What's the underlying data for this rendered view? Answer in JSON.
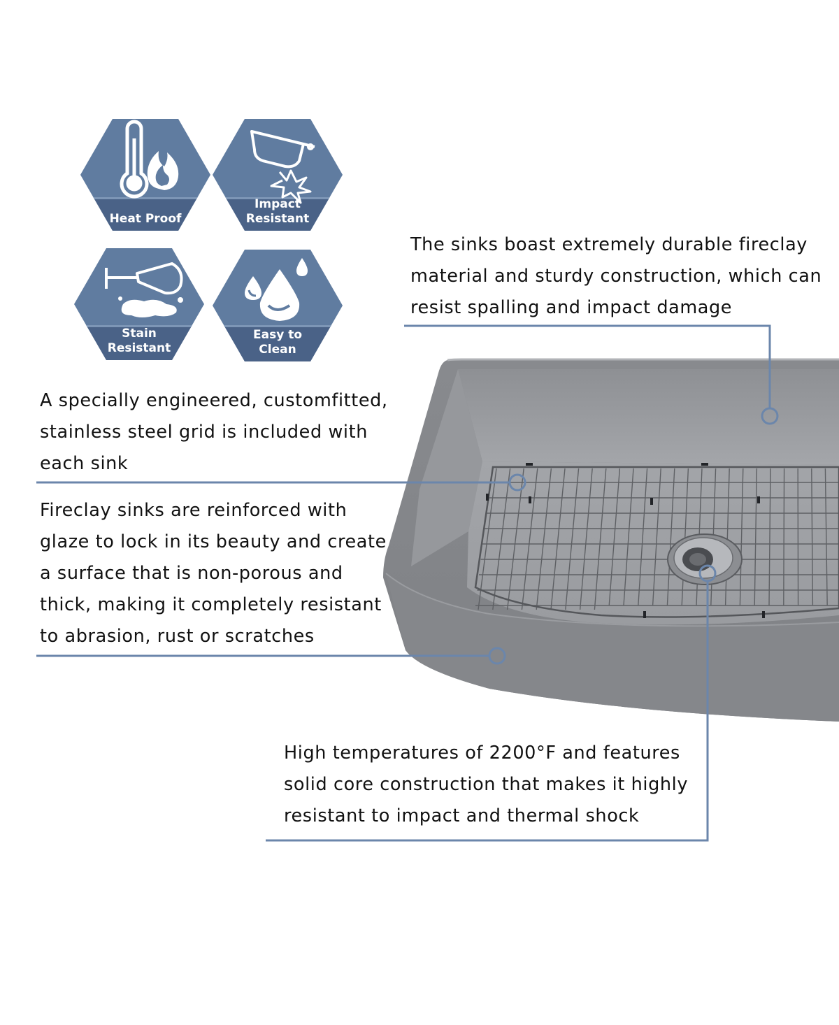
{
  "colors": {
    "badge_fill": "#607ca0",
    "badge_band": "#4a6287",
    "leader_line": "#6b86ab",
    "sink_body": "#8a8c90"
  },
  "badges": [
    {
      "icon": "thermometer-flame-icon",
      "lines": [
        "Heat Proof"
      ]
    },
    {
      "icon": "pot-impact-icon",
      "lines": [
        "Impact",
        "Resistant"
      ]
    },
    {
      "icon": "wine-glass-spill-icon",
      "lines": [
        "Stain",
        "Resistant"
      ]
    },
    {
      "icon": "water-drops-icon",
      "lines": [
        "Easy to",
        "Clean"
      ]
    }
  ],
  "callouts": {
    "durable": {
      "lines": [
        "The sinks boast extremely durable fireclay",
        "material and sturdy construction, which can",
        "resist spalling and impact damage"
      ]
    },
    "grid": {
      "lines": [
        "A specially engineered, customfitted,",
        "stainless steel grid is included with",
        "each sink"
      ]
    },
    "glaze": {
      "lines": [
        "Fireclay sinks are reinforced with",
        "glaze to lock in its beauty and create",
        "a surface that is non-porous and",
        "thick, making it completely resistant",
        "to abrasion, rust or scratches"
      ]
    },
    "temperature": {
      "lines": [
        "High temperatures of 2200°F and features",
        "solid core construction that makes it highly",
        "resistant to impact and thermal shock"
      ]
    }
  }
}
